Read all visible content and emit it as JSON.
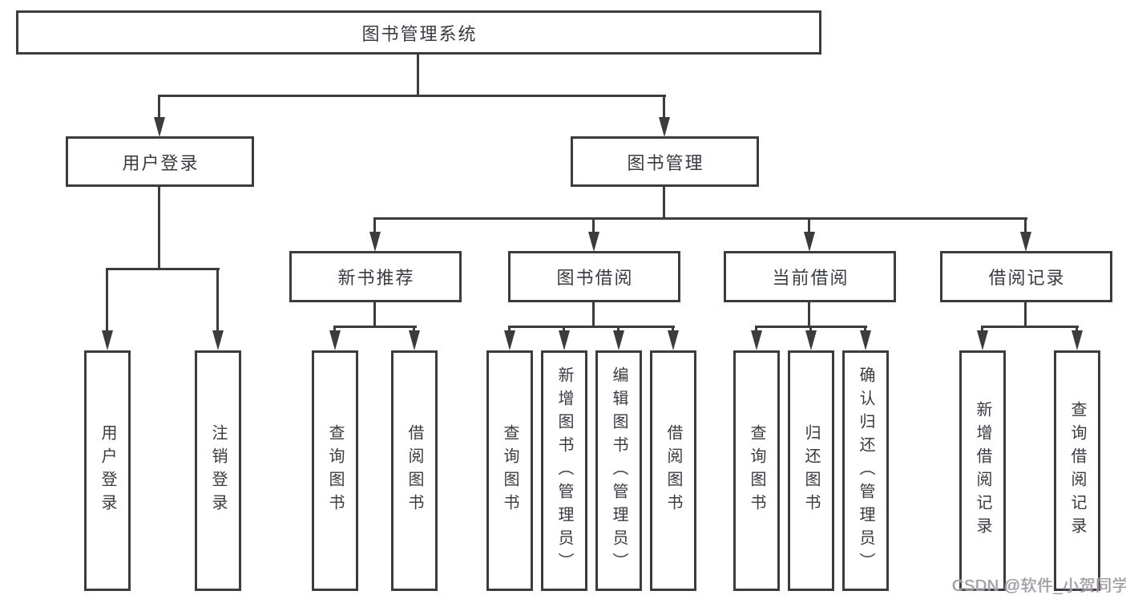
{
  "meta": {
    "line_color": "#3c3c3e",
    "text_color": "#383b40",
    "background_color": "#ffffff",
    "watermark_color": "#98989b"
  },
  "tree": {
    "root": {
      "label": "图书管理系统"
    },
    "level1": [
      {
        "label": "用户登录"
      },
      {
        "label": "图书管理"
      }
    ],
    "level2": [
      {
        "label": "新书推荐"
      },
      {
        "label": "图书借阅"
      },
      {
        "label": "当前借阅"
      },
      {
        "label": "借阅记录"
      }
    ],
    "leaves": [
      {
        "label": "用户登录"
      },
      {
        "label": "注销登录"
      },
      {
        "label": "查询图书"
      },
      {
        "label": "借阅图书"
      },
      {
        "label": "查询图书"
      },
      {
        "label": "新增图书（管理员）"
      },
      {
        "label": "编辑图书（管理员）"
      },
      {
        "label": "借阅图书"
      },
      {
        "label": "查询图书"
      },
      {
        "label": "归还图书"
      },
      {
        "label": "确认归还（管理员）"
      },
      {
        "label": "新增借阅记录"
      },
      {
        "label": "查询借阅记录"
      }
    ]
  },
  "watermark": {
    "text": "CSDN @软件_小贺同学"
  }
}
